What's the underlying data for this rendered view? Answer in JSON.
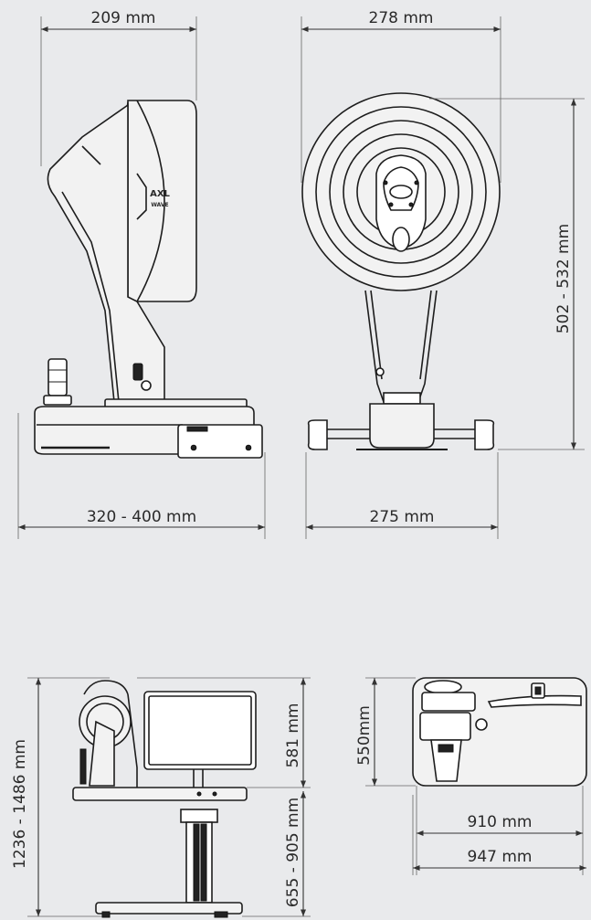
{
  "dimensions": {
    "side_width": "209 mm",
    "front_width": "278 mm",
    "front_height": "502 - 532 mm",
    "base_depth": "320 - 400 mm",
    "base_width": "275 mm",
    "table_total_height": "1236 - 1486 mm",
    "monitor_height": "581 mm",
    "table_height": "655 - 905 mm",
    "top_depth": "550mm",
    "top_width_inner": "910 mm",
    "top_width_outer": "947 mm"
  },
  "logo_text_line1": "AXL",
  "logo_text_line2": "WAVE"
}
